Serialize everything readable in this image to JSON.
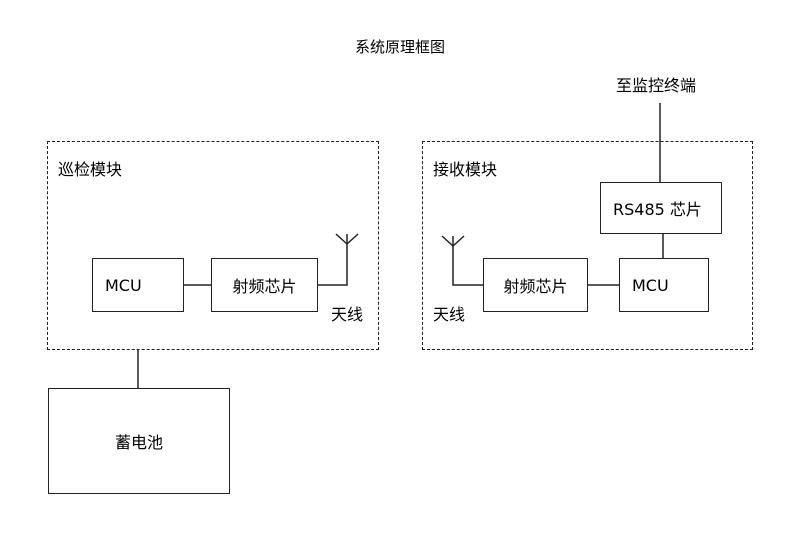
{
  "title": "系统原理框图",
  "inspection_module": {
    "label": "巡检模块",
    "mcu": "MCU",
    "rf_chip": "射频芯片",
    "antenna": "天线"
  },
  "battery": "蓄电池",
  "receiver_module": {
    "label": "接收模块",
    "rs485_chip": "RS485 芯片",
    "mcu": "MCU",
    "rf_chip": "射频芯片",
    "antenna": "天线"
  },
  "monitor_terminal": "至监控终端"
}
